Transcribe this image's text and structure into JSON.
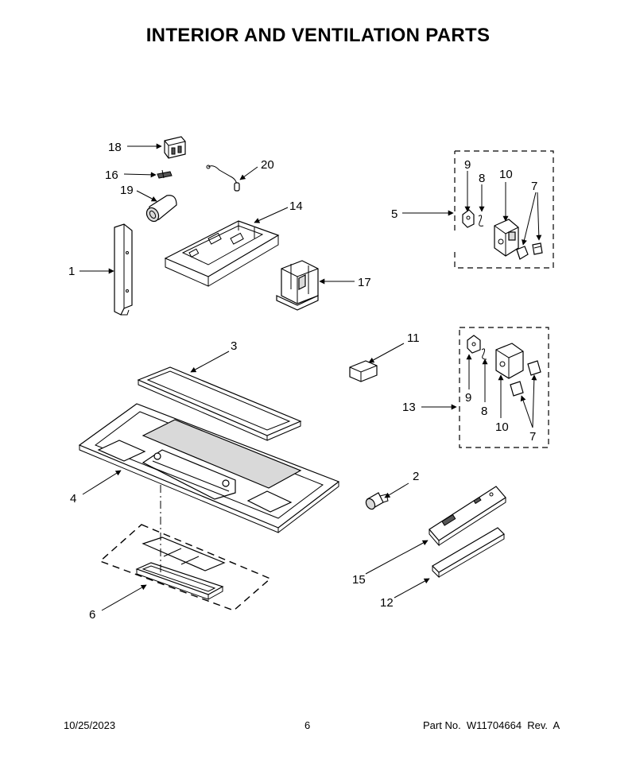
{
  "page_title": "INTERIOR AND VENTILATION PARTS",
  "callouts": [
    {
      "id": "c18",
      "label": "18"
    },
    {
      "id": "c16",
      "label": "16"
    },
    {
      "id": "c19",
      "label": "19"
    },
    {
      "id": "c20",
      "label": "20"
    },
    {
      "id": "c14",
      "label": "14"
    },
    {
      "id": "c1",
      "label": "1"
    },
    {
      "id": "c17",
      "label": "17"
    },
    {
      "id": "c5",
      "label": "5"
    },
    {
      "id": "c9a",
      "label": "9"
    },
    {
      "id": "c8a",
      "label": "8"
    },
    {
      "id": "c10a",
      "label": "10"
    },
    {
      "id": "c7a",
      "label": "7"
    },
    {
      "id": "c3",
      "label": "3"
    },
    {
      "id": "c11",
      "label": "11"
    },
    {
      "id": "c13",
      "label": "13"
    },
    {
      "id": "c9b",
      "label": "9"
    },
    {
      "id": "c8b",
      "label": "8"
    },
    {
      "id": "c10b",
      "label": "10"
    },
    {
      "id": "c7b",
      "label": "7"
    },
    {
      "id": "c4",
      "label": "4"
    },
    {
      "id": "c2",
      "label": "2"
    },
    {
      "id": "c6",
      "label": "6"
    },
    {
      "id": "c15",
      "label": "15"
    },
    {
      "id": "c12",
      "label": "12"
    }
  ],
  "footer": {
    "date": "10/25/2023",
    "page": "6",
    "part_no": "Part No.  W11704664  Rev.  A"
  }
}
